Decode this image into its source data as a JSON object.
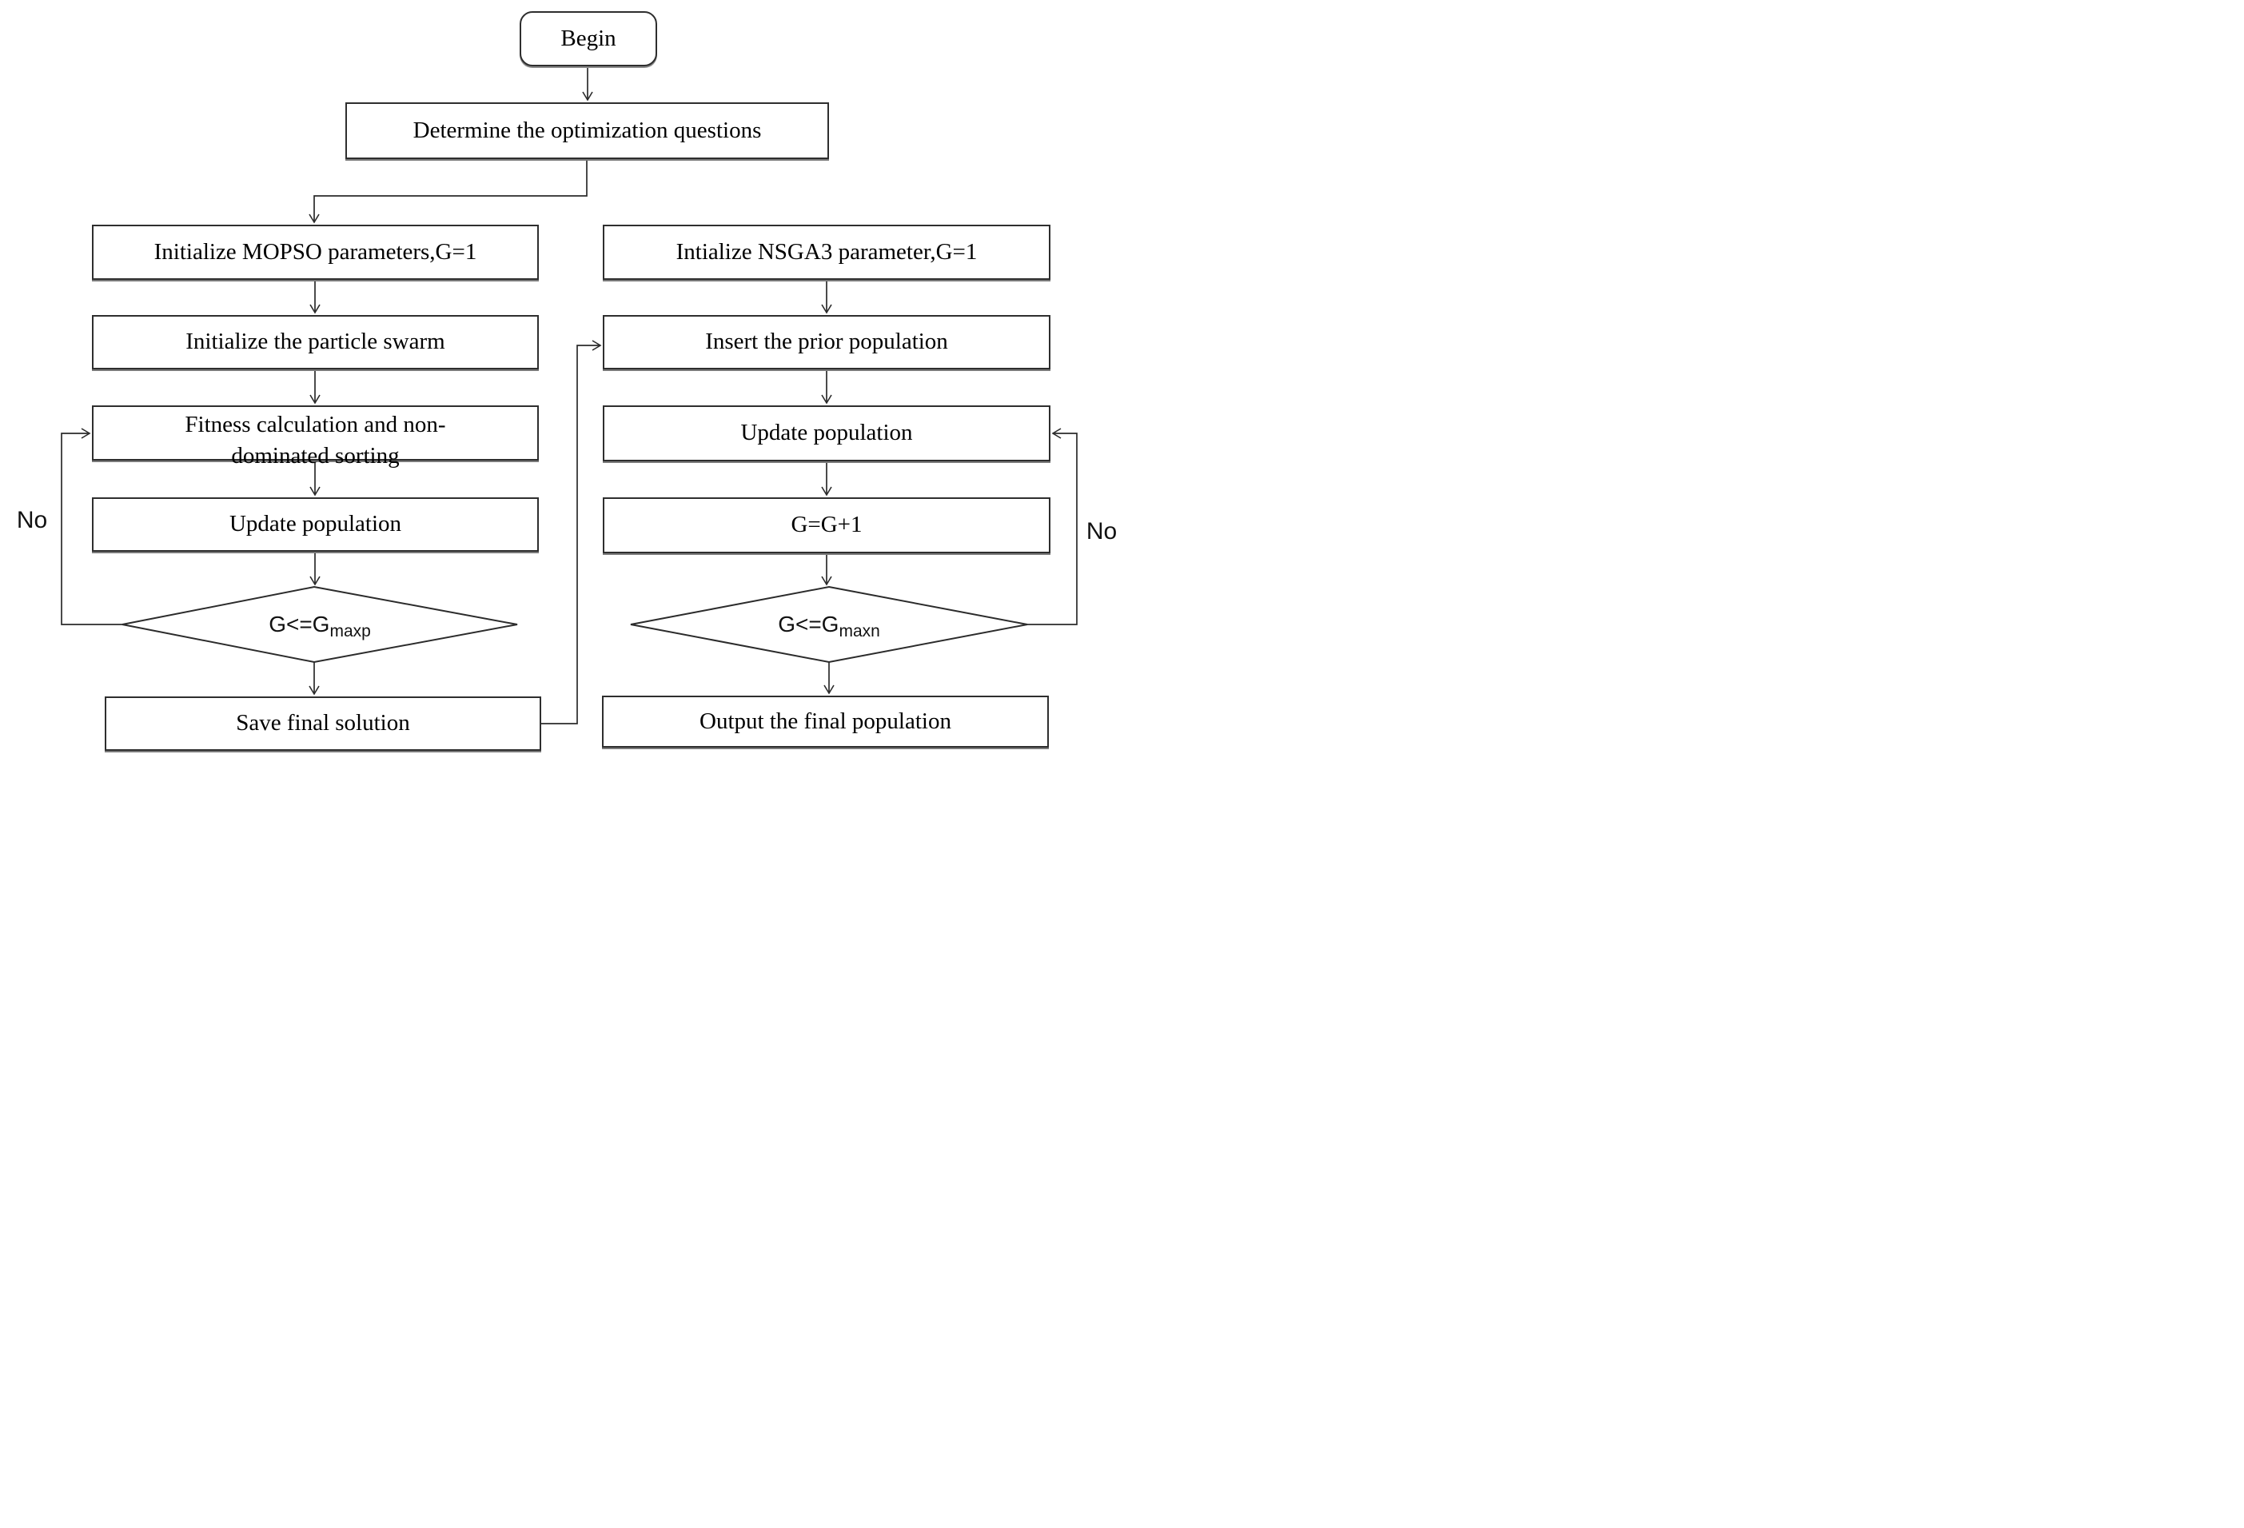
{
  "diagram_type": "flowchart",
  "colors": {
    "background": "#ffffff",
    "line": "#2b2b2b",
    "text": "#000000"
  },
  "nodes": {
    "begin": {
      "type": "terminator",
      "label": "Begin"
    },
    "determine": {
      "type": "process",
      "label": "Determine the optimization questions"
    },
    "init_mopso": {
      "type": "process",
      "label": "Initialize MOPSO parameters,G=1"
    },
    "init_swarm": {
      "type": "process",
      "label": "Initialize the particle swarm"
    },
    "fitness": {
      "type": "process",
      "label": "Fitness calculation and non-dominated sorting"
    },
    "update_pop_left": {
      "type": "process",
      "label": "Update population"
    },
    "decision_left": {
      "type": "decision",
      "label_base": "G<=G",
      "label_sub": "maxp"
    },
    "save": {
      "type": "process",
      "label": "Save final solution"
    },
    "init_nsga3": {
      "type": "process",
      "label": "Intialize NSGA3 parameter,G=1"
    },
    "insert_prior": {
      "type": "process",
      "label": "Insert the prior population"
    },
    "update_pop_right": {
      "type": "process",
      "label": "Update population"
    },
    "increment": {
      "type": "process",
      "label": "G=G+1"
    },
    "decision_right": {
      "type": "decision",
      "label_base": "G<=G",
      "label_sub": "maxn"
    },
    "output": {
      "type": "process",
      "label": "Output the final population"
    }
  },
  "edge_labels": {
    "left_no": "No",
    "right_no": "No"
  },
  "edges": [
    {
      "from": "begin",
      "to": "determine"
    },
    {
      "from": "determine",
      "to": "init_mopso"
    },
    {
      "from": "init_mopso",
      "to": "init_swarm"
    },
    {
      "from": "init_swarm",
      "to": "fitness"
    },
    {
      "from": "fitness",
      "to": "update_pop_left"
    },
    {
      "from": "update_pop_left",
      "to": "decision_left"
    },
    {
      "from": "decision_left",
      "to": "save"
    },
    {
      "from": "decision_left",
      "to": "fitness",
      "label": "No"
    },
    {
      "from": "save",
      "to": "insert_prior"
    },
    {
      "from": "init_nsga3",
      "to": "insert_prior"
    },
    {
      "from": "insert_prior",
      "to": "update_pop_right"
    },
    {
      "from": "update_pop_right",
      "to": "increment"
    },
    {
      "from": "increment",
      "to": "decision_right"
    },
    {
      "from": "decision_right",
      "to": "output"
    },
    {
      "from": "decision_right",
      "to": "update_pop_right",
      "label": "No"
    }
  ]
}
